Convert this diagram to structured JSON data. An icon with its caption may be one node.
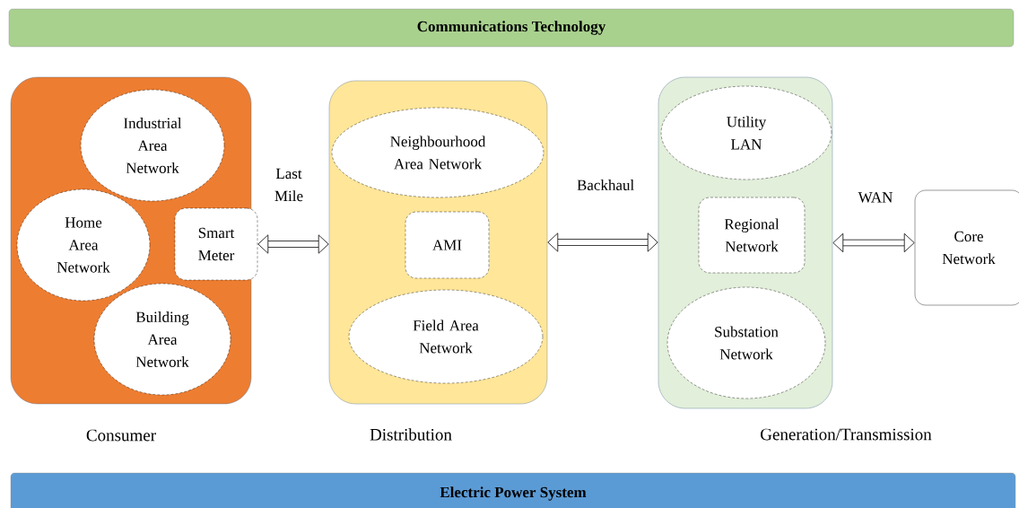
{
  "diagram": {
    "nodes": [
      {
        "text": [
          "Communications Technology"
        ]
      },
      {
        "text": [
          "Consumer"
        ]
      },
      {
        "text": [
          "Industrial Area Network"
        ],
        "in": 1
      },
      {
        "text": [
          "Home Area Network"
        ],
        "in": 1
      },
      {
        "text": [
          "Smart Meter"
        ],
        "in": 1
      },
      {
        "text": [
          "Building Area Network"
        ],
        "in": 1
      },
      {
        "text": [
          "Distribution"
        ]
      },
      {
        "text": [
          "Neighbourhood Area Network"
        ],
        "in": 6
      },
      {
        "text": [
          "AMI"
        ],
        "in": 6
      },
      {
        "text": [
          "Field Area Network"
        ],
        "in": 6
      },
      {
        "text": [
          "Generation/Transmission"
        ]
      },
      {
        "text": [
          "Utility LAN"
        ],
        "in": 10
      },
      {
        "text": [
          "Regional Network"
        ],
        "in": 10
      },
      {
        "text": [
          "Substation Network"
        ],
        "in": 10
      },
      {
        "text": [
          "Core Network"
        ]
      },
      {
        "text": [
          "Electric Power System"
        ]
      }
    ],
    "edges": [
      {
        "from": 4,
        "to": 6,
        "arrow": "both",
        "label": "Last Mile"
      },
      {
        "from": 6,
        "to": 10,
        "arrow": "both",
        "label": "Backhaul"
      },
      {
        "from": 10,
        "to": 14,
        "arrow": "both",
        "label": "WAN"
      }
    ]
  }
}
